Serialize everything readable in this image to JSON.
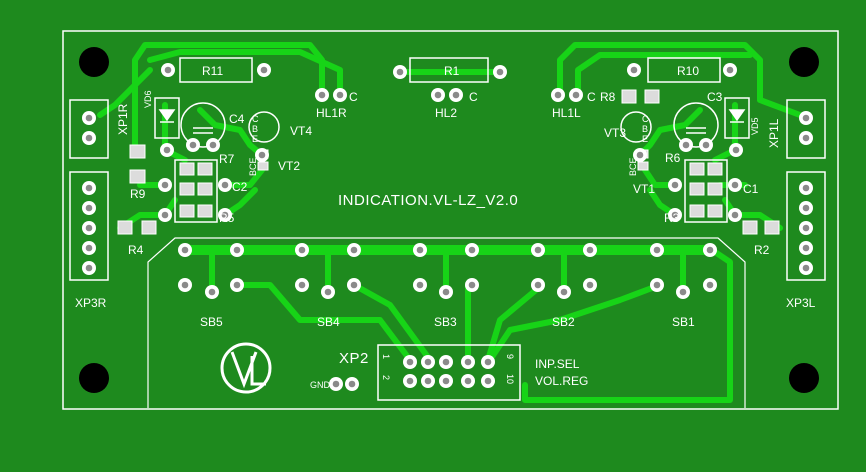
{
  "colors": {
    "board": "#1e8a1e",
    "trace": "#17d417",
    "silk": "#ffffff",
    "pad_ring": "#ffffff",
    "pad_hole": "#8a8a8a",
    "smd_pad": "#dcdcdc",
    "hole": "#000000"
  },
  "board_title": "INDICATION.VL-LZ_V2.0",
  "labels": {
    "r11": "R11",
    "r1": "R1",
    "r10": "R10",
    "hl1r": "HL1R",
    "hl2": "HL2",
    "hl1l": "HL1L",
    "c_r": "C",
    "c_mid": "C",
    "c_l": "C",
    "xp1r": "XP1R",
    "xp1l": "XP1L",
    "xp3r": "XP3R",
    "xp3l": "XP3L",
    "vd6": "VD6",
    "vd5": "VD5",
    "c4": "C4",
    "c3": "C3",
    "vt4": "VT4",
    "vt3": "VT3",
    "vt2": "VT2",
    "vt1": "VT1",
    "r7": "R7",
    "r6": "R6",
    "c2": "C2",
    "c1": "C1",
    "r9": "R9",
    "r8": "R8",
    "r5": "R5",
    "r3": "R3",
    "r4": "R4",
    "r2": "R2",
    "sb5": "SB5",
    "sb4": "SB4",
    "sb3": "SB3",
    "sb2": "SB2",
    "sb1": "SB1",
    "xp2": "XP2",
    "pin1": "1",
    "pin2": "2",
    "pin9": "9",
    "pin10": "10",
    "gnd": "GND",
    "inp_sel": "INP.SEL",
    "vol_reg": "VOL.REG",
    "cbe_l": "C",
    "cbe_b": "B",
    "cbe_e": "E",
    "cbe_r": "C",
    "cbe_rb": "B",
    "cbe_re": "E",
    "bce_2": "BCE",
    "bce_1": "BCE"
  },
  "icons": {
    "logo": "vl-logo-icon",
    "mount_hole": "mounting-hole-icon",
    "diode": "diode-icon",
    "capacitor": "electrolytic-capacitor-icon"
  }
}
